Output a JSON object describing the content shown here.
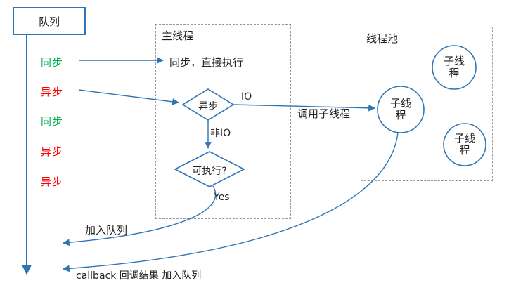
{
  "colors": {
    "accent_blue": "#2e75b6",
    "sync_green": "#00b050",
    "async_red": "#ff0000",
    "dashed_gray": "#9a9a9a"
  },
  "queue": {
    "title": "队列",
    "items": [
      {
        "label": "同步",
        "type": "sync"
      },
      {
        "label": "异步",
        "type": "async"
      },
      {
        "label": "同步",
        "type": "sync"
      },
      {
        "label": "异步",
        "type": "async"
      },
      {
        "label": "异步",
        "type": "async"
      }
    ]
  },
  "main_thread": {
    "title": "主线程",
    "sync_note": "同步，直接执行",
    "async_diamond": "异步",
    "io_label": "IO",
    "non_io_label": "非IO",
    "executable_diamond": "可执行?",
    "yes_label": "Yes"
  },
  "thread_pool": {
    "title": "线程池",
    "worker_main": "子线程",
    "worker_top": "子线程",
    "worker_bottom": "子线程"
  },
  "edges": {
    "call_worker": "调用子线程",
    "join_queue": "加入队列",
    "callback": "callback 回调结果 加入队列"
  }
}
